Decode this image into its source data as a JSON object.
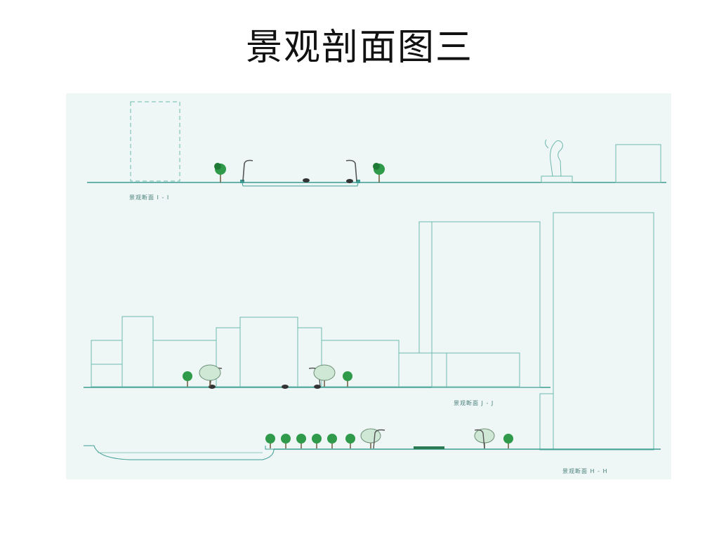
{
  "slide": {
    "title": "景观剖面图三"
  },
  "sections": [
    {
      "id": "I-I",
      "label": "景观断面 I - I"
    },
    {
      "id": "J-J",
      "label": "景观断面 J - J"
    },
    {
      "id": "H-H",
      "label": "景观断面 H - H"
    }
  ],
  "palette": {
    "line": "#6fb8ad",
    "ground": "#3d9c92",
    "tree": "#2f9b4a",
    "tree_dark": "#1f7a36",
    "trunk": "#6b5a3e",
    "panel_bg": "#eef7f6"
  }
}
